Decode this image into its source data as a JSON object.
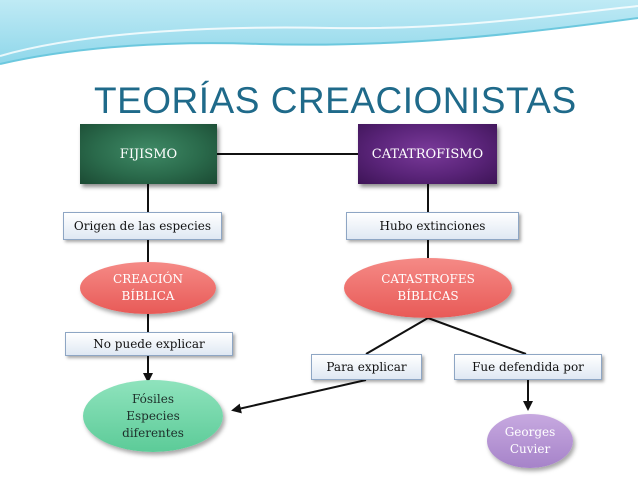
{
  "title": "TEORÍAS CREACIONISTAS",
  "nodes": {
    "fijismo": "FIJISMO",
    "catastrofismo": "CATATROFISMO",
    "origen": "Origen de las especies",
    "extinciones": "Hubo extinciones",
    "creacion_l1": "CREACIÓN",
    "creacion_l2": "BÍBLICA",
    "catastrofes_l1": "CATASTROFES",
    "catastrofes_l2": "BÍBLICAS",
    "no_puede": "No puede explicar",
    "para_explicar": "Para explicar",
    "fue_defendida": "Fue defendida por",
    "fosiles_l1": "Fósiles",
    "fosiles_l2": "Especies",
    "fosiles_l3": "diferentes",
    "georges_l1": "Georges",
    "georges_l2": "Cuvier"
  },
  "colors": {
    "title": "#1f6a8a",
    "fijismo": "#2a6a4b",
    "catastrofismo": "#5a2479",
    "red_oval": "#e85a57",
    "green_oval": "#5ccb98",
    "purple_oval": "#a683c9",
    "header_wave": "#7fd2e6"
  }
}
